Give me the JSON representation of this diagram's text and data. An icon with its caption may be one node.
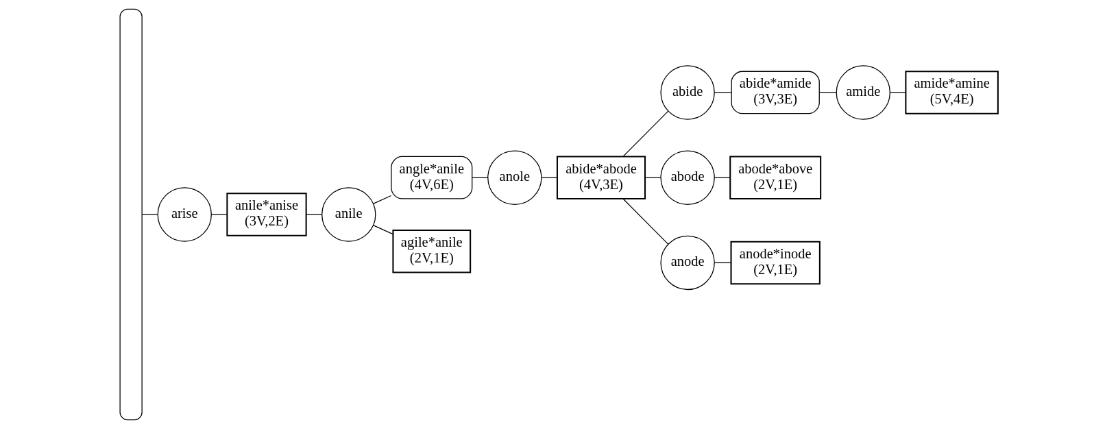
{
  "diagram": {
    "nodes": [
      {
        "text": [],
        "shape": "bar"
      },
      {
        "text": [
          "arise"
        ]
      },
      {
        "text": [
          "anile*anise",
          "(3V,2E)"
        ]
      },
      {
        "text": [
          "anile"
        ]
      },
      {
        "text": [
          "angle*anile",
          "(4V,6E)"
        ]
      },
      {
        "text": [
          "anole"
        ]
      },
      {
        "text": [
          "abide*abode",
          "(4V,3E)"
        ]
      },
      {
        "text": [
          "abide"
        ]
      },
      {
        "text": [
          "abide*amide",
          "(3V,3E)"
        ]
      },
      {
        "text": [
          "amide"
        ]
      },
      {
        "text": [
          "amide*amine",
          "(5V,4E)"
        ]
      },
      {
        "text": [
          "agile*anile",
          "(2V,1E)"
        ]
      },
      {
        "text": [
          "abode"
        ]
      },
      {
        "text": [
          "abode*above",
          "(2V,1E)"
        ]
      },
      {
        "text": [
          "anode"
        ]
      },
      {
        "text": [
          "anode*inode",
          "(2V,1E)"
        ]
      }
    ],
    "edges": [
      {
        "from": 0,
        "to": 1,
        "arrow": "none"
      },
      {
        "from": 1,
        "to": 2,
        "arrow": "none"
      },
      {
        "from": 2,
        "to": 3,
        "arrow": "none"
      },
      {
        "from": 3,
        "to": 4,
        "arrow": "none"
      },
      {
        "from": 3,
        "to": 11,
        "arrow": "none"
      },
      {
        "from": 4,
        "to": 5,
        "arrow": "none"
      },
      {
        "from": 5,
        "to": 6,
        "arrow": "none"
      },
      {
        "from": 6,
        "to": 7,
        "arrow": "none"
      },
      {
        "from": 6,
        "to": 12,
        "arrow": "none"
      },
      {
        "from": 6,
        "to": 14,
        "arrow": "none"
      },
      {
        "from": 7,
        "to": 8,
        "arrow": "none"
      },
      {
        "from": 8,
        "to": 9,
        "arrow": "none"
      },
      {
        "from": 9,
        "to": 10,
        "arrow": "none"
      },
      {
        "from": 12,
        "to": 13,
        "arrow": "none"
      },
      {
        "from": 14,
        "to": 15,
        "arrow": "none"
      }
    ]
  }
}
